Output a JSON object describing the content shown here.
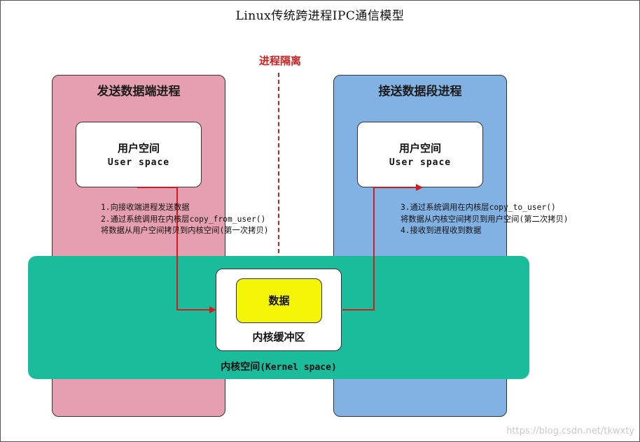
{
  "title": "Linux传统跨进程IPC通信模型",
  "isolation_label": "进程隔离",
  "sender": {
    "title": "发送数据端进程",
    "user_space_cn": "用户空间",
    "user_space_en": "User space",
    "notes": [
      "1.向接收端进程发送数据",
      "2.通过系统调用在内核层copy_from_user()",
      "将数据从用户空间拷贝到内核空间(第一次拷贝)"
    ]
  },
  "receiver": {
    "title": "接送数据段进程",
    "user_space_cn": "用户空间",
    "user_space_en": "User space",
    "notes": [
      "3.通过系统调用在内核层copy_to_user()",
      "将数据从内核空间拷贝到用户空间(第二次拷贝)",
      "4.接收到进程收到数据"
    ]
  },
  "kernel": {
    "label_cn": "内核空间",
    "label_en": "(Kernel space)",
    "buffer_label": "内核缓冲区",
    "data_label": "数据"
  },
  "watermark": "https://blog.csdn.net/tkwxty",
  "colors": {
    "sender_bg": "#e59fb0",
    "receiver_bg": "#82b2e3",
    "kernel_bg": "#1abc9c",
    "data_bg": "#f5f50a",
    "arrow": "#d01c1c"
  }
}
